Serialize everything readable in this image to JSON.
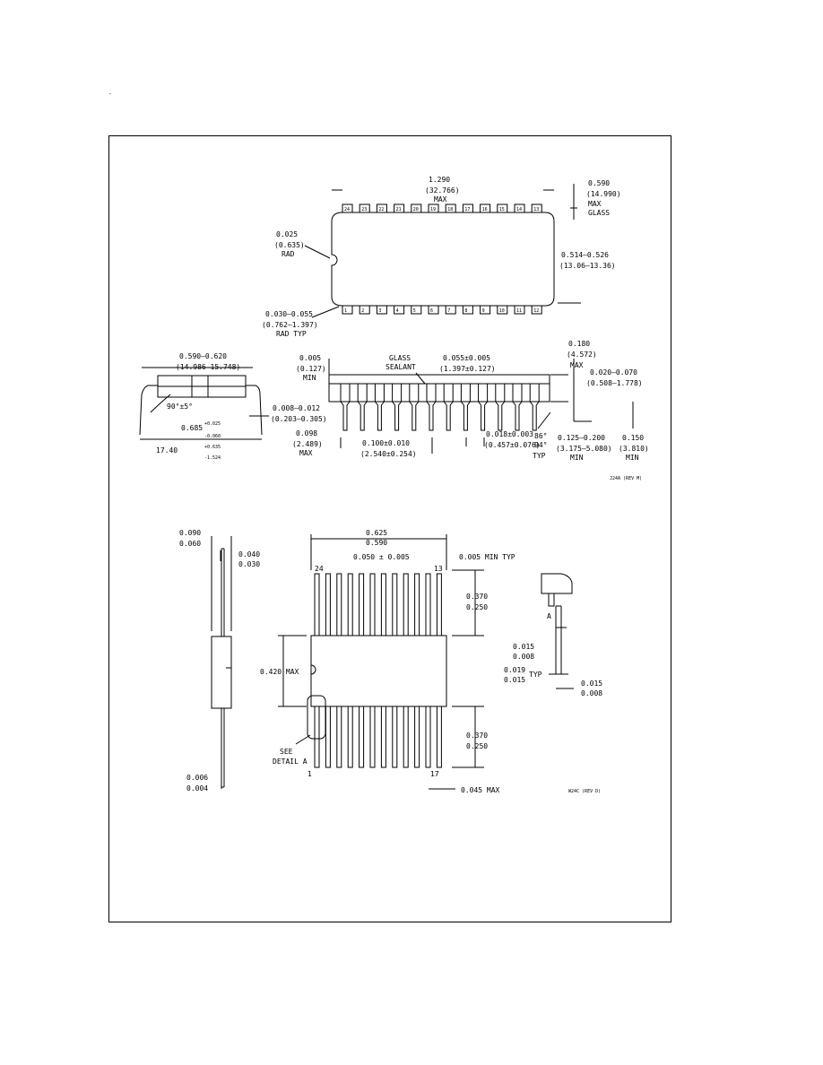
{
  "page": {
    "stray_mark": "-"
  },
  "top_view": {
    "top_pins": [
      "24",
      "23",
      "22",
      "21",
      "20",
      "19",
      "18",
      "17",
      "16",
      "15",
      "14",
      "13"
    ],
    "bottom_pins": [
      "1",
      "2",
      "3",
      "4",
      "5",
      "6",
      "7",
      "8",
      "9",
      "10",
      "11",
      "12"
    ],
    "length": "1.290",
    "length_mm": "(32.766)",
    "length_note": "MAX",
    "ear": "0.590",
    "ear_mm": "(14.990)",
    "ear_note1": "MAX",
    "ear_note2": "GLASS",
    "notch_rad": "0.025",
    "notch_rad_mm": "(0.635)",
    "notch_rad_note": "RAD",
    "width": "0.514–0.526",
    "width_mm": "(13.06–13.36)",
    "corner_rad": "0.030–0.055",
    "corner_rad_mm": "(0.762–1.397)",
    "corner_rad_note": "RAD TYP"
  },
  "side_view": {
    "span": "0.590–0.620",
    "span_mm": "(14.986–15.748)",
    "angle": "90°±5°",
    "lead_spread": "0.685",
    "lead_tol_plus": "+0.025",
    "lead_tol_minus": "-0.060",
    "lead_spread_mm": "17.40",
    "lead_tol_plus_mm": "+0.635",
    "lead_tol_minus_mm": "-1.524",
    "lead_thick": "0.008–0.012",
    "lead_thick_mm": "(0.203–0.305)",
    "min_gap": "0.005",
    "min_gap_mm": "(0.127)",
    "min_gap_note": "MIN",
    "glass_label1": "GLASS",
    "glass_label2": "SEALANT",
    "shoulder": "0.055±0.005",
    "shoulder_mm": "(1.397±0.127)",
    "end_spacing": "0.098",
    "end_spacing_mm": "(2.489)",
    "end_spacing_note": "MAX",
    "pitch": "0.100±0.010",
    "pitch_mm": "(2.540±0.254)",
    "lead_width": "0.018±0.003",
    "lead_width_mm": "(0.457±0.076)",
    "lead_angle": "86°",
    "lead_angle2": "94°",
    "lead_angle_note": "TYP",
    "height": "0.180",
    "height_mm": "(4.572)",
    "height_note": "MAX",
    "seat": "0.020–0.070",
    "seat_mm": "(0.508–1.778)",
    "lead_len": "0.125–0.200",
    "lead_len_mm": "(3.175–5.080)",
    "lead_len_note": "MIN",
    "lead_min": "0.150",
    "lead_min_mm": "(3.810)",
    "lead_min_note": "MIN",
    "drawing_id": "J24A (REV M)"
  },
  "flatpak": {
    "thick_max": "0.090",
    "thick_min": "0.060",
    "lead_max": "0.040",
    "lead_min": "0.030",
    "lead_thk_max": "0.006",
    "lead_thk_min": "0.004",
    "span_max": "0.625",
    "span_min": "0.590",
    "pin24": "24",
    "pin13": "13",
    "pin1": "1",
    "pin12": "17",
    "pitch": "0.050 ± 0.005",
    "end_gap": "0.005 MIN TYP",
    "upper_len_max": "0.370",
    "upper_len_min": "0.250",
    "lower_len_max": "0.370",
    "lower_len_min": "0.250",
    "body_width": "0.420 MAX",
    "see1": "SEE",
    "see2": "DETAIL A",
    "end_max": "0.045 MAX",
    "detail_a": "A",
    "detail_lead_max": "0.015",
    "detail_lead_min": "0.008",
    "detail_w_max": "0.019",
    "detail_w_min": "0.015",
    "detail_w_note": "TYP",
    "detail_t_max": "0.015",
    "detail_t_min": "0.008",
    "drawing_id": "W24C (REV D)"
  }
}
